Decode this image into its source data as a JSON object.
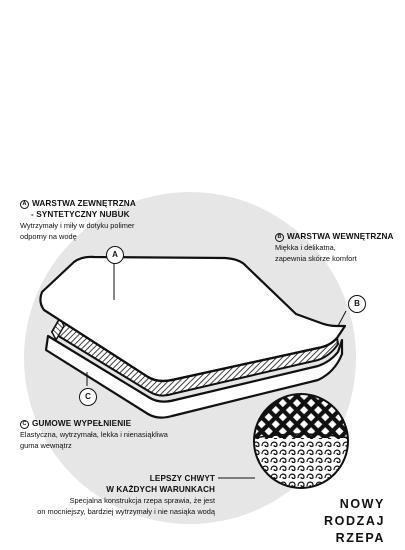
{
  "callouts": {
    "a": {
      "marker": "A",
      "title_line1": "WARSTWA ZEWNĘTRZNA",
      "title_line2": "- SYNTETYCZNY NUBUK",
      "desc_line1": "Wytrzymały i miły w dotyku polimer",
      "desc_line2": "odporny na wodę"
    },
    "b": {
      "marker": "B",
      "title": "WARSTWA WEWNĘTRZNA",
      "desc_line1": "Miękka i delikatna,",
      "desc_line2": "zapewnia skórze komfort"
    },
    "c": {
      "marker": "C",
      "title": "GUMOWE WYPEŁNIENIE",
      "desc_line1": "Elastyczna, wytrzymała, lekka i nienasiąkliwa",
      "desc_line2": "guma wewnątrz"
    },
    "grip": {
      "title_line1": "LEPSZY CHWYT",
      "title_line2": "W KAŻDYCH WARUNKACH",
      "desc_line1": "Specjalna konstrukcja rzepa sprawia, że jest",
      "desc_line2": "on mocniejszy, bardziej wytrzymały i nie nasiąka wodą"
    }
  },
  "diagram_labels": {
    "a": "A",
    "b": "B",
    "c": "C"
  },
  "badge": {
    "line1": "NOWY",
    "line2": "RODZAJ",
    "line3": "RZEPA"
  },
  "colors": {
    "background_circle": "#e6e6e6",
    "ink": "#111111",
    "layer_fill": "#ffffff"
  }
}
